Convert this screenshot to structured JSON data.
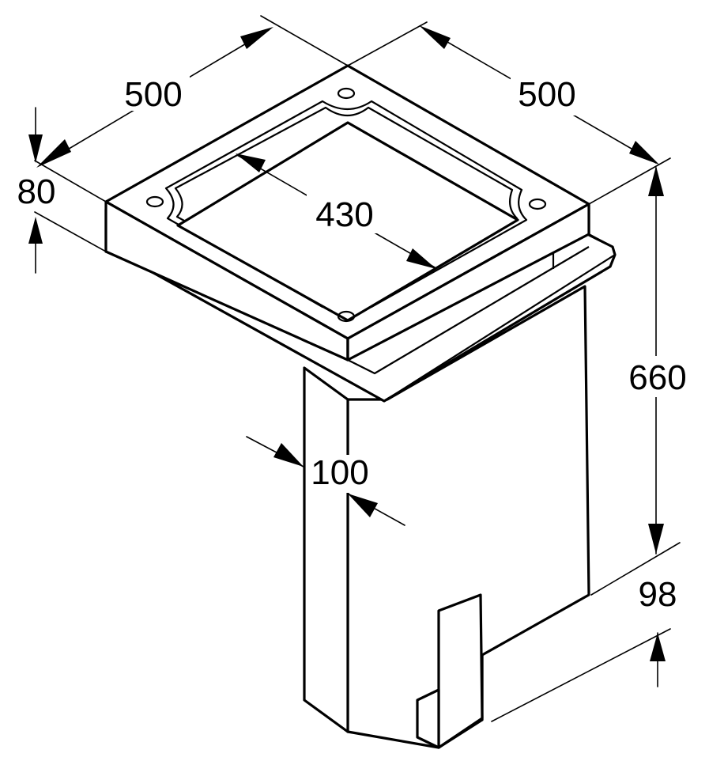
{
  "drawing": {
    "dimensions": {
      "top_depth_left": "500",
      "top_width_right": "500",
      "top_height": "80",
      "opening_width": "430",
      "total_height": "660",
      "leg_width": "100",
      "bottom_height": "98"
    }
  }
}
